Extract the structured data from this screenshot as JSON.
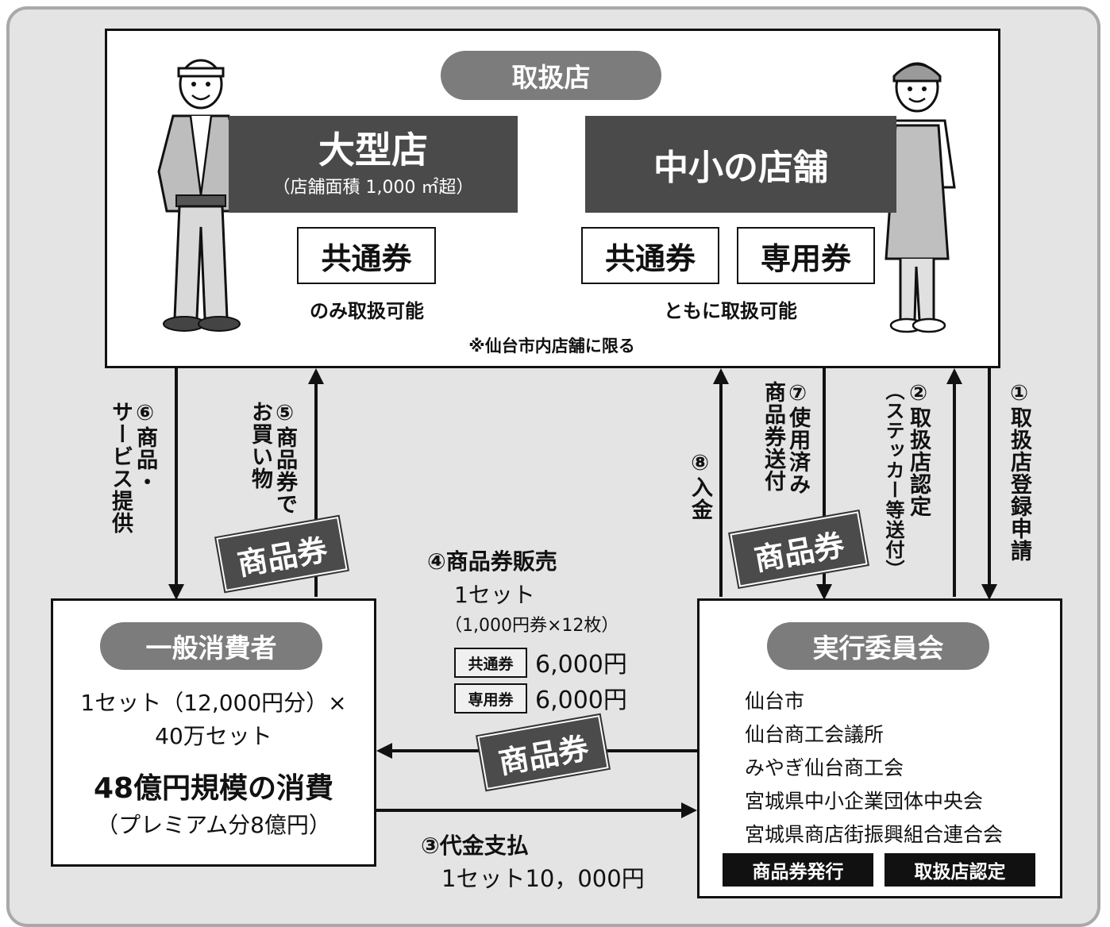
{
  "shops": {
    "title": "取扱店",
    "large": {
      "name": "大型店",
      "note": "（店舗面積 1,000 ㎡超）",
      "ticket": "共通券",
      "caption": "のみ取扱可能"
    },
    "small": {
      "name": "中小の店舗",
      "ticket_common": "共通券",
      "ticket_exclusive": "専用券",
      "caption": "ともに取扱可能"
    },
    "footnote": "※仙台市内店舗に限る"
  },
  "consumer": {
    "title": "一般消費者",
    "line1": "1セット（12,000円分）×",
    "line2": "40万セット",
    "line3": "48億円規模の消費",
    "line4": "（プレミアム分8億円）"
  },
  "committee": {
    "title": "実行委員会",
    "members": [
      "仙台市",
      "仙台商工会議所",
      "みやぎ仙台商工会",
      "宮城県中小企業団体中央会",
      "宮城県商店街振興組合連合会"
    ],
    "roles": [
      "商品券発行",
      "取扱店認定"
    ]
  },
  "flows": {
    "f1": "①取扱店登録申請",
    "f2a": "②取扱店認定",
    "f2b": "（ステッカー等送付）",
    "f3": "③代金支払",
    "f3_sub": "1セット10，000円",
    "f4": "④商品券販売",
    "f4_sub1": "1セット",
    "f4_sub2": "（1,000円券×12枚）",
    "f4_common_tag": "共通券",
    "f4_common_price": "6,000円",
    "f4_exclusive_tag": "専用券",
    "f4_exclusive_price": "6,000円",
    "f5a": "⑤商品券で",
    "f5b": "お買い物",
    "f6a": "⑥商品・",
    "f6b": "サービス提供",
    "f7a": "⑦使用済み",
    "f7b": "商品券送付",
    "f8": "⑧入金"
  },
  "voucher_label": "商品券",
  "colors": {
    "frame_bg": "#e4e4e4",
    "frame_border": "#a9a9a9",
    "pill": "#7c7c7c",
    "dark_bar": "#4a4a4a",
    "ticket": "#4b4b4b"
  }
}
